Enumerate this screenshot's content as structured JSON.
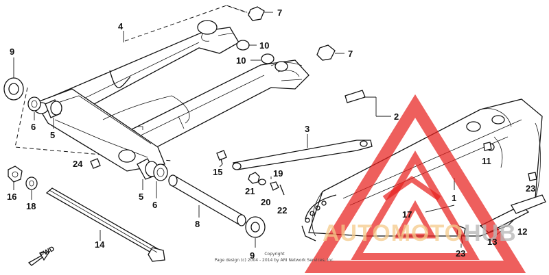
{
  "diagram": {
    "callouts": [
      {
        "id": "c1",
        "label": "1"
      },
      {
        "id": "c2",
        "label": "2"
      },
      {
        "id": "c3",
        "label": "3"
      },
      {
        "id": "c4",
        "label": "4"
      },
      {
        "id": "c5a",
        "label": "5"
      },
      {
        "id": "c5b",
        "label": "5"
      },
      {
        "id": "c6a",
        "label": "6"
      },
      {
        "id": "c6b",
        "label": "6"
      },
      {
        "id": "c7a",
        "label": "7"
      },
      {
        "id": "c7b",
        "label": "7"
      },
      {
        "id": "c8",
        "label": "8"
      },
      {
        "id": "c9a",
        "label": "9"
      },
      {
        "id": "c9b",
        "label": "9"
      },
      {
        "id": "c10a",
        "label": "10"
      },
      {
        "id": "c10b",
        "label": "10"
      },
      {
        "id": "c11",
        "label": "11"
      },
      {
        "id": "c12",
        "label": "12"
      },
      {
        "id": "c13",
        "label": "13"
      },
      {
        "id": "c14",
        "label": "14"
      },
      {
        "id": "c15",
        "label": "15"
      },
      {
        "id": "c16",
        "label": "16"
      },
      {
        "id": "c17",
        "label": "17"
      },
      {
        "id": "c18",
        "label": "18"
      },
      {
        "id": "c19",
        "label": "19"
      },
      {
        "id": "c20",
        "label": "20"
      },
      {
        "id": "c21",
        "label": "21"
      },
      {
        "id": "c22",
        "label": "22"
      },
      {
        "id": "c23a",
        "label": "23"
      },
      {
        "id": "c23b",
        "label": "23"
      },
      {
        "id": "c23c",
        "label": "23"
      },
      {
        "id": "c24",
        "label": "24"
      }
    ],
    "direction_label": "FWD",
    "copyright": {
      "line1": "Copyright",
      "line2": "Page design (c) 2004 - 2014 by ARI Network Services, Inc."
    }
  },
  "watermark": {
    "word_orange": "AUTOMOTO",
    "word_gray": "HUB",
    "accent_color": "#e8211f",
    "orange_color": "#f4c98a",
    "gray_color": "#b9b9b9"
  }
}
